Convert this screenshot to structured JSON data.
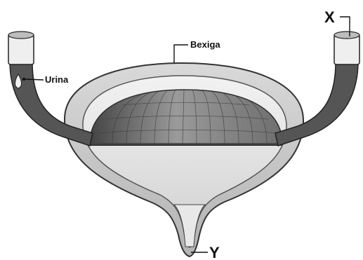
{
  "labels": {
    "bexiga": "Bexiga",
    "urina": "Urina",
    "x": "X",
    "y": "Y"
  },
  "colors": {
    "background": "#ffffff",
    "bladder_outer": "#9a9a9a",
    "bladder_inner": "#d7d7d7",
    "tube": "#5a5a5a",
    "tube_cap": "#eeeeee",
    "dome": "#8c8c8c",
    "liquid": "#e3e3e3"
  }
}
